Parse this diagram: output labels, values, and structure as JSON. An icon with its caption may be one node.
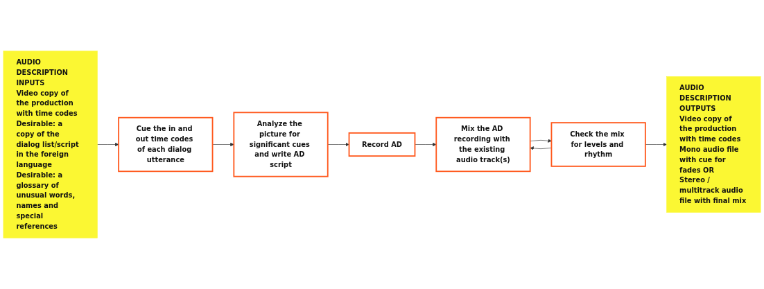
{
  "diagram": {
    "nodes": [
      {
        "text": [
          "AUDIO DESCRIPTION INPUTS",
          "Video copy of the production with time codes",
          "Desirable: a copy of the dialog list/script in the foreign language",
          "Desirable: a glossary of unusual words, names and special references"
        ]
      },
      {
        "text": [
          "Cue the in and out time codes of each dialog utterance"
        ]
      },
      {
        "text": [
          "Analyze the picture for significant cues and write AD script"
        ]
      },
      {
        "text": [
          "Record AD"
        ]
      },
      {
        "text": [
          "Mix the AD recording with the existing audio track(s)"
        ]
      },
      {
        "text": [
          "Check the mix for levels and rhythm"
        ]
      },
      {
        "text": [
          "AUDIO DESCRIPTION OUTPUTS",
          "Video copy of the production with time codes",
          "Mono audio file with cue for fades OR",
          "Stereo / multitrack audio file with final mix"
        ]
      }
    ],
    "edges": [
      {
        "from": 0,
        "to": 1,
        "arrow": "to"
      },
      {
        "from": 1,
        "to": 2,
        "arrow": "to"
      },
      {
        "from": 2,
        "to": 3,
        "arrow": "to"
      },
      {
        "from": 3,
        "to": 4,
        "arrow": "to"
      },
      {
        "from": 4,
        "to": 5,
        "arrow": "to"
      },
      {
        "from": 5,
        "to": 4,
        "arrow": "to"
      },
      {
        "from": 5,
        "to": 6,
        "arrow": "to"
      }
    ]
  }
}
